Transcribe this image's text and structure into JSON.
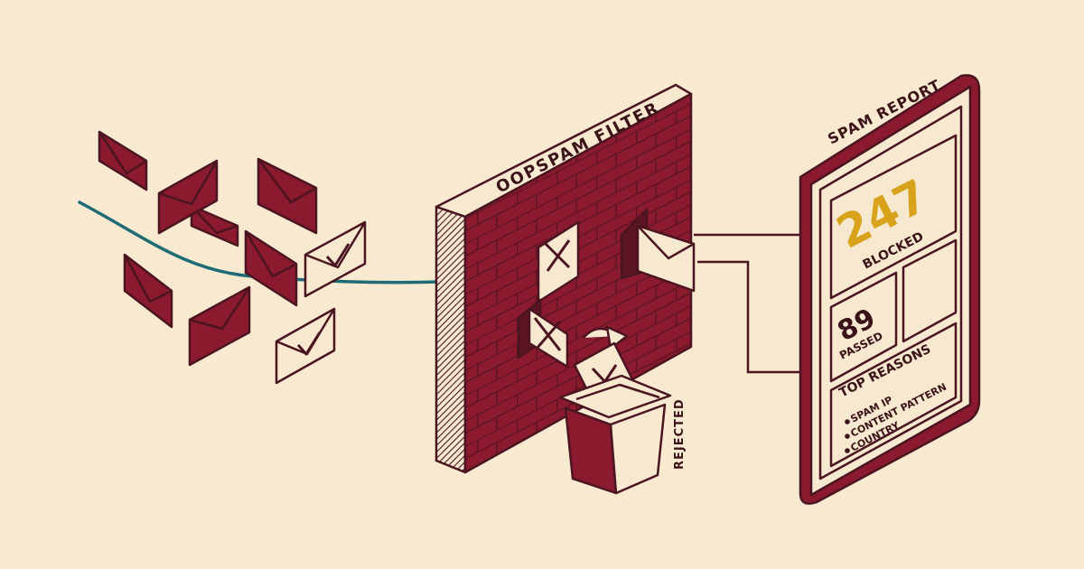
{
  "filter": {
    "title": "OOPSPAM FILTER"
  },
  "bin": {
    "label": "REJECTED"
  },
  "report": {
    "title": "SPAM REPORT",
    "blocked_count": "247",
    "blocked_label": "BLOCKED",
    "passed_count": "89",
    "passed_label": "PASSED",
    "reasons_title": "TOP REASONS",
    "reasons": [
      "SPAM IP",
      "CONTENT PATTERN",
      "COUNTRY"
    ]
  },
  "colors": {
    "background": "#f8ead0",
    "brick": "#8b1a2e",
    "outline": "#4a1420",
    "cream": "#f7e9d0",
    "accent_orange": "#d9a21b",
    "stream_teal": "#1f6b75"
  }
}
